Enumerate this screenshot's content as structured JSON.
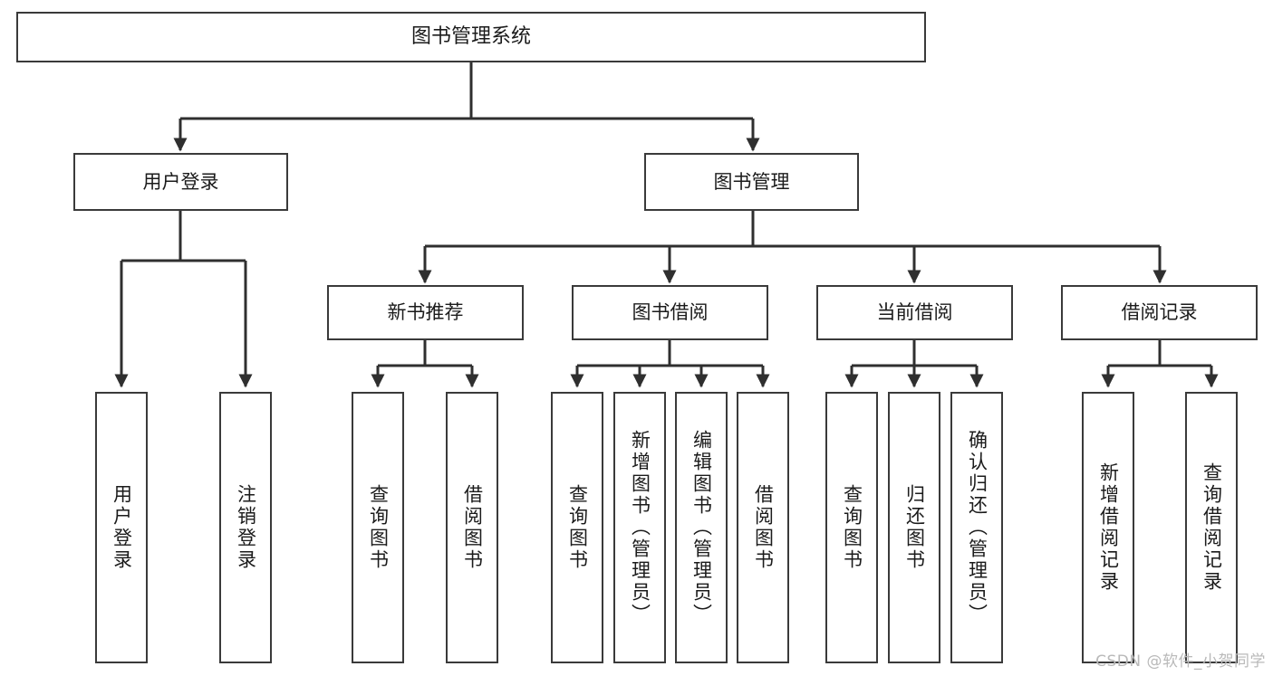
{
  "diagram": {
    "title": "图书管理系统",
    "type": "tree-hierarchy-chart",
    "root": {
      "label": "图书管理系统"
    },
    "level2": [
      {
        "label": "用户登录"
      },
      {
        "label": "图书管理"
      }
    ],
    "level3": [
      {
        "label": "新书推荐"
      },
      {
        "label": "图书借阅"
      },
      {
        "label": "当前借阅"
      },
      {
        "label": "借阅记录"
      }
    ],
    "leaves": {
      "user_login": [
        {
          "label": "用户登录"
        },
        {
          "label": "注销登录"
        }
      ],
      "new_book_recommend": [
        {
          "label": "查询图书"
        },
        {
          "label": "借阅图书"
        }
      ],
      "book_borrow": [
        {
          "label": "查询图书"
        },
        {
          "label": "新增图书（管理员）"
        },
        {
          "label": "编辑图书（管理员）"
        },
        {
          "label": "借阅图书"
        }
      ],
      "current_borrow": [
        {
          "label": "查询图书"
        },
        {
          "label": "归还图书"
        },
        {
          "label": "确认归还（管理员）"
        }
      ],
      "borrow_record": [
        {
          "label": "新增借阅记录"
        },
        {
          "label": "查询借阅记录"
        }
      ]
    }
  },
  "watermark": {
    "text": "CSDN @软件_小贺同学"
  },
  "colors": {
    "background": "#ffffff",
    "box_border": "#3a3a3a",
    "connector": "#2f2f2f",
    "text": "#1b1b1b",
    "watermark": "#b9b9b9"
  }
}
